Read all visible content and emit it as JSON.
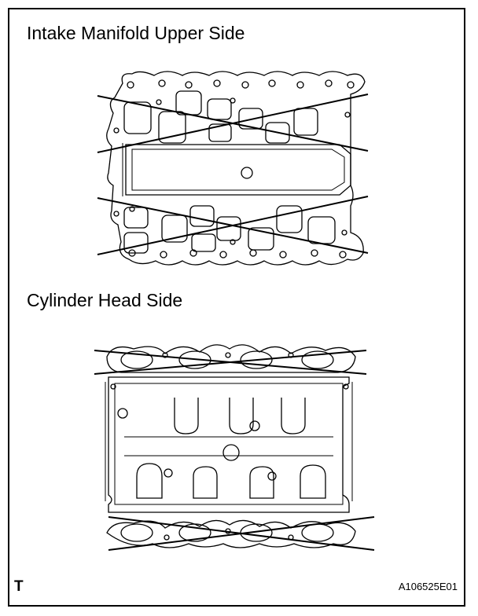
{
  "figure": {
    "upper_caption": "Intake Manifold Upper Side",
    "head_caption": "Cylinder Head Side",
    "corner_marker": "T",
    "figure_code": "A106525E01"
  }
}
